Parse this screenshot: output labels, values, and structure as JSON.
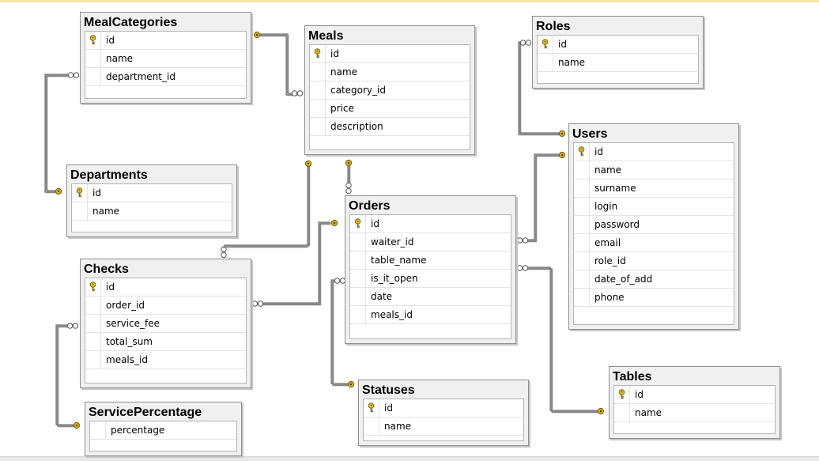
{
  "tables": {
    "meal_categories": {
      "title": "MealCategories",
      "columns": [
        "id",
        "name",
        "department_id"
      ]
    },
    "meals": {
      "title": "Meals",
      "columns": [
        "id",
        "name",
        "category_id",
        "price",
        "description"
      ]
    },
    "roles": {
      "title": "Roles",
      "columns": [
        "id",
        "name"
      ]
    },
    "users": {
      "title": "Users",
      "columns": [
        "id",
        "name",
        "surname",
        "login",
        "password",
        "email",
        "role_id",
        "date_of_add",
        "phone"
      ]
    },
    "departments": {
      "title": "Departments",
      "columns": [
        "id",
        "name"
      ]
    },
    "orders": {
      "title": "Orders",
      "columns": [
        "id",
        "waiter_id",
        "table_name",
        "is_it_open",
        "date",
        "meals_id"
      ]
    },
    "checks": {
      "title": "Checks",
      "columns": [
        "id",
        "order_id",
        "service_fee",
        "total_sum",
        "meals_id"
      ]
    },
    "service_percentage": {
      "title": "ServicePercentage",
      "columns": [
        "percentage"
      ]
    },
    "statuses": {
      "title": "Statuses",
      "columns": [
        "id",
        "name"
      ]
    },
    "tables": {
      "title": "Tables",
      "columns": [
        "id",
        "name"
      ]
    }
  },
  "relationships": [
    {
      "from": "meal_categories",
      "to": "meals",
      "one_end": "meal_categories",
      "many_end": "meals"
    },
    {
      "from": "departments",
      "to": "meal_categories",
      "one_end": "departments",
      "many_end": "meal_categories"
    },
    {
      "from": "roles",
      "to": "users",
      "one_end": "users",
      "many_end": "roles"
    },
    {
      "from": "meals",
      "to": "orders",
      "one_end": "meals",
      "many_end": "orders"
    },
    {
      "from": "meals",
      "to": "checks",
      "one_end": "meals",
      "many_end": "checks"
    },
    {
      "from": "orders",
      "to": "checks",
      "one_end": "orders",
      "many_end": "checks"
    },
    {
      "from": "users",
      "to": "orders",
      "one_end": "users",
      "many_end": "orders"
    },
    {
      "from": "orders",
      "to": "statuses",
      "one_end": "statuses",
      "many_end": "orders"
    },
    {
      "from": "orders",
      "to": "tables",
      "one_end": "tables",
      "many_end": "orders"
    },
    {
      "from": "checks",
      "to": "service_percentage",
      "one_end": "service_percentage",
      "many_end": "checks"
    }
  ],
  "key_icon": "primary-key-icon",
  "colors": {
    "line": "#555555",
    "key": "#d4b21c",
    "header": "#f0f0f0"
  }
}
